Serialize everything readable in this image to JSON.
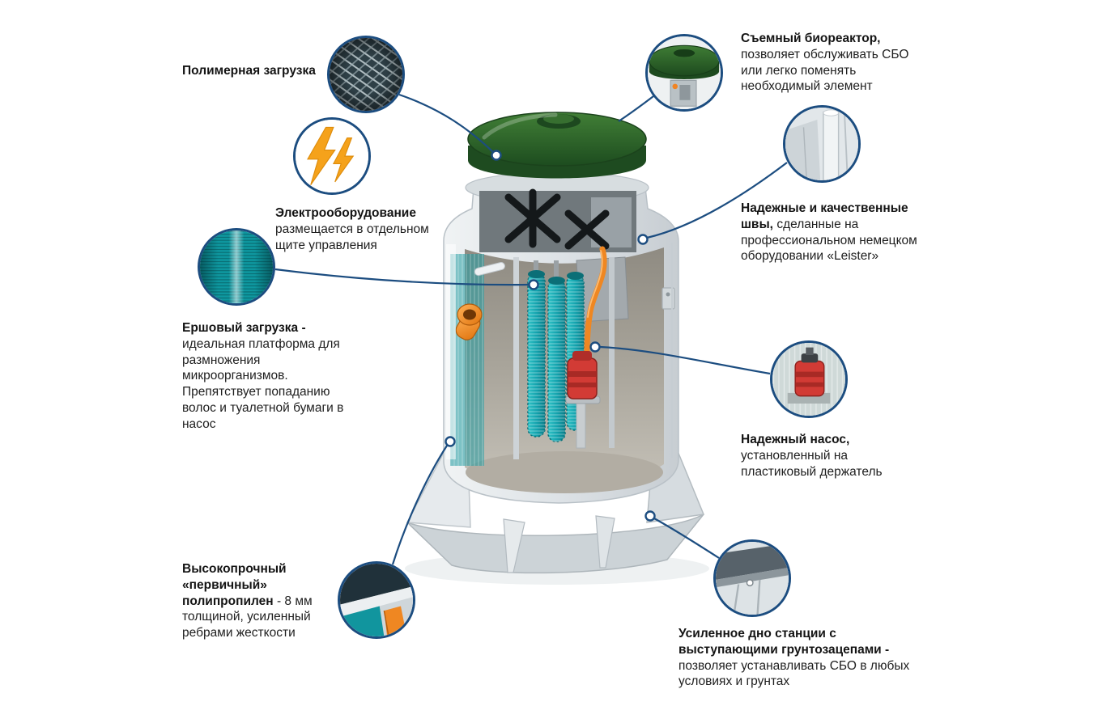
{
  "page": {
    "background": "#ffffff",
    "description": "Инфографика устройства станции биологической очистки (СБО)"
  },
  "colors": {
    "accent": "#1c4d80",
    "text": "#1e1e1e",
    "lid_green": "#2e6b2e",
    "brush_teal": "#12a0a8",
    "pipe_orange": "#ef8722",
    "pump_red": "#d23b35",
    "shell_gray": "#dfe4e7"
  },
  "callouts": [
    {
      "id": "polymer",
      "icon": "mesh-texture-icon",
      "title": "Полимерная загрузка",
      "body": ""
    },
    {
      "id": "electrics",
      "icon": "lightning-icon",
      "title": "Электрооборудование",
      "body": "размещается в отдельном щите управления"
    },
    {
      "id": "brush-load",
      "icon": "brush-texture-icon",
      "title": "Ершовый загрузка -",
      "body": "идеальная платформа для размножения микроорганизмов. Препятствует попаданию волос и туалетной бумаги в насос"
    },
    {
      "id": "bioreactor",
      "icon": "green-lid-icon",
      "title": "Съемный биореактор,",
      "body": "позволяет обслуживать СБО или легко поменять необходимый элемент"
    },
    {
      "id": "seams",
      "icon": "seam-detail-icon",
      "title": "Надежные и качественные швы,",
      "body": "сделанные на профессиональном немецком оборудовании «Leister»"
    },
    {
      "id": "pump",
      "icon": "pump-detail-icon",
      "title": "Надежный насос,",
      "body": "установленный на пластиковый держатель"
    },
    {
      "id": "polypropylene",
      "icon": "wall-cutaway-icon",
      "title": "Высокопрочный «первичный» полипропилен",
      "body": "- 8 мм толщиной, усиленный ребрами жесткости"
    },
    {
      "id": "bottom",
      "icon": "bottom-detail-icon",
      "title": "Усиленное дно станции с выступающими грунтозацепами -",
      "body": "позволяет устанавливать СБО в любых условиях и грунтах"
    }
  ]
}
